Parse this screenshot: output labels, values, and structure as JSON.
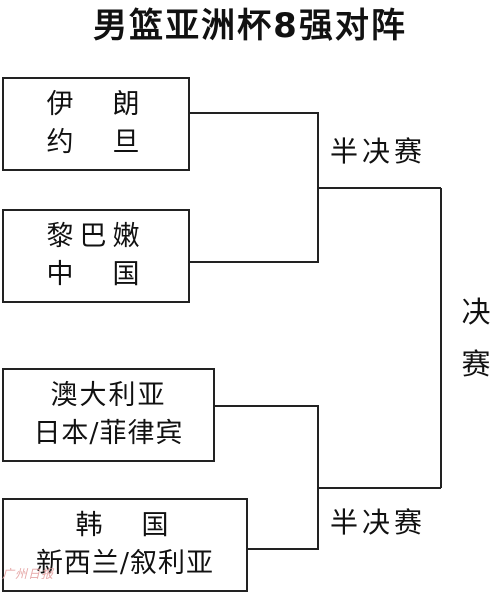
{
  "title": "男篮亚洲杯8强对阵",
  "teams": [
    {
      "line1": "伊　朗",
      "line2": "约　旦"
    },
    {
      "line1": "黎巴嫩",
      "line2": "中　国"
    },
    {
      "line1": "澳大利亚",
      "line2": "日本/菲律宾"
    },
    {
      "line1": "韩　国",
      "line2": "新西兰/叙利亚"
    }
  ],
  "semifinal_label": "半决赛",
  "final_label": [
    "决",
    "赛"
  ],
  "watermark": "广州日报"
}
